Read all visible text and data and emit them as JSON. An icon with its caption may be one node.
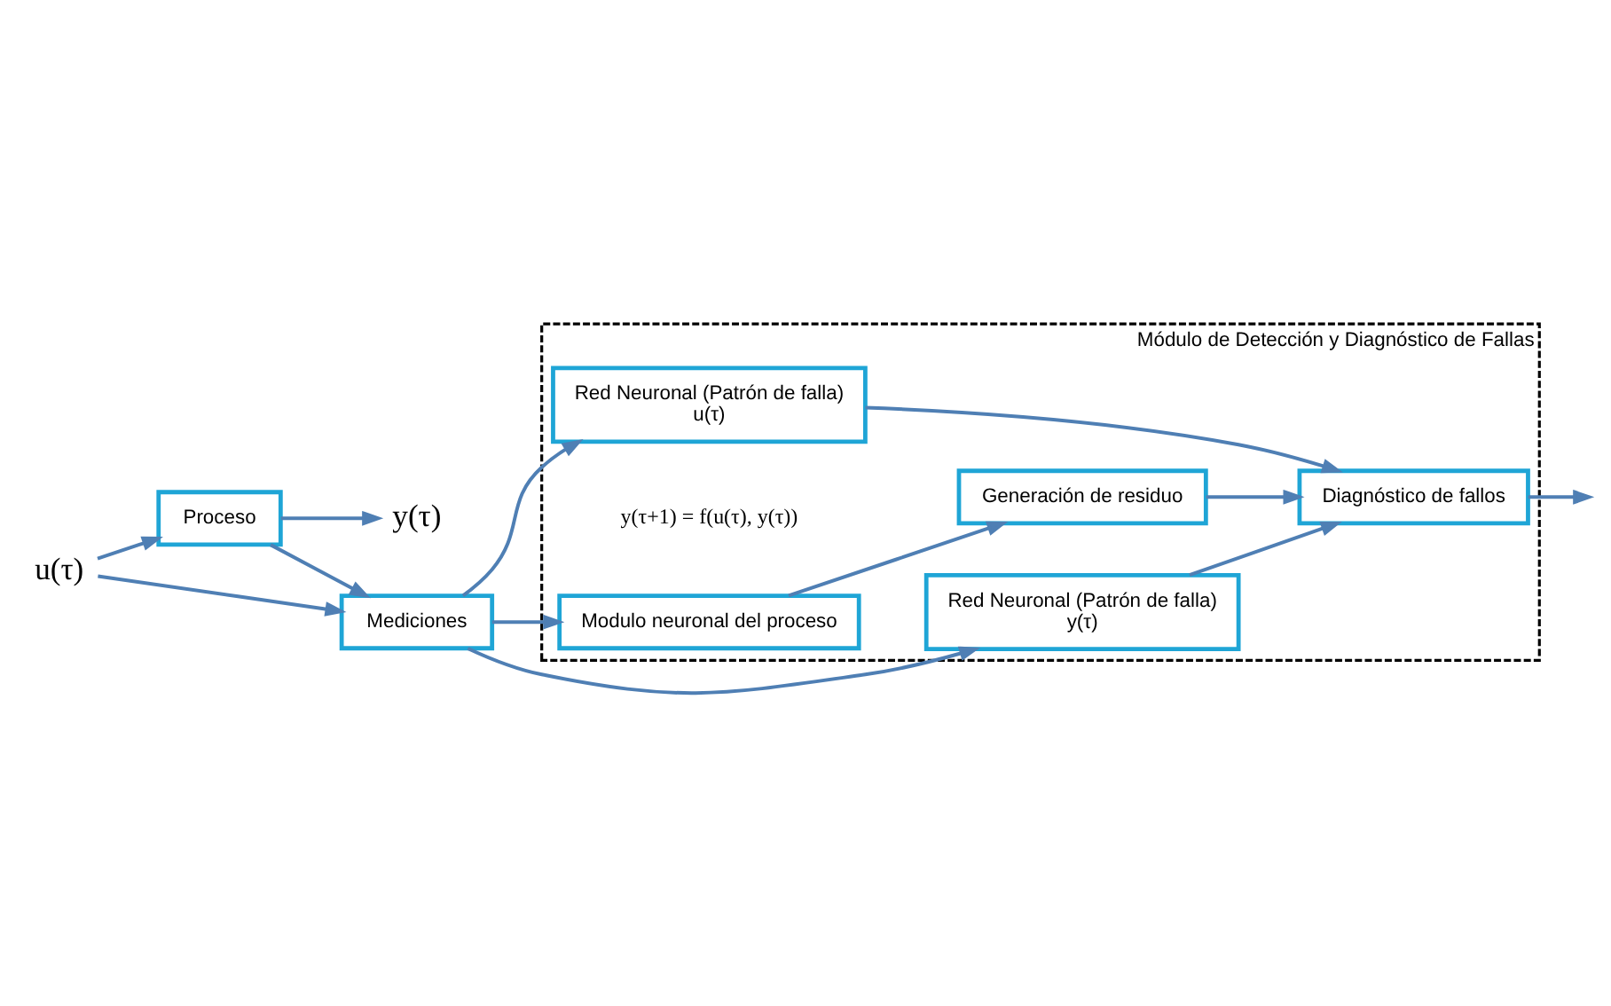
{
  "diagram": {
    "nodes": [
      {
        "text": [
          "u(τ)"
        ]
      },
      {
        "text": [
          "Proceso"
        ]
      },
      {
        "text": [
          "y(τ)"
        ]
      },
      {
        "text": [
          "Mediciones"
        ]
      },
      {
        "text": [
          "Módulo de Detección y Diagnóstico de Fallas"
        ]
      },
      {
        "text": [
          "Modulo neuronal del proceso"
        ],
        "in": 4
      },
      {
        "text": [
          "Generación de residuo"
        ],
        "in": 4
      },
      {
        "text": [
          "Diagnóstico de fallos"
        ],
        "in": 4
      },
      {
        "text": [
          "Red Neuronal (Patrón de falla)",
          "y(τ)"
        ],
        "in": 4
      },
      {
        "text": [
          "Red Neuronal (Patrón de falla)",
          "u(τ)"
        ],
        "in": 4
      }
    ],
    "edges": [
      {
        "from": 0,
        "to": 1,
        "arrow": "to"
      },
      {
        "from": 0,
        "to": 3,
        "arrow": "to"
      },
      {
        "from": 1,
        "to": 2,
        "arrow": "to"
      },
      {
        "from": 1,
        "to": 3,
        "arrow": "to"
      },
      {
        "from": 3,
        "to": 5,
        "arrow": "to"
      },
      {
        "from": 3,
        "to": 8,
        "arrow": "to"
      },
      {
        "from": 3,
        "to": 9,
        "arrow": "to"
      },
      {
        "from": 5,
        "to": 6,
        "arrow": "to"
      },
      {
        "from": 6,
        "to": 7,
        "arrow": "to"
      },
      {
        "from": 7,
        "to": null,
        "arrow": "to"
      },
      {
        "from": 8,
        "to": 7,
        "arrow": "to"
      },
      {
        "from": 9,
        "to": 7,
        "arrow": "to"
      }
    ],
    "labels": [
      "y(τ+1) = f(u(τ), y(τ))"
    ]
  }
}
